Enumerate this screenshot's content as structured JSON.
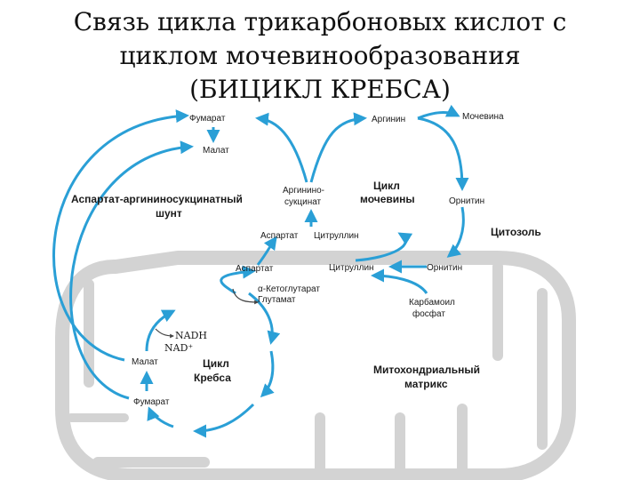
{
  "title": {
    "line1": "Связь цикла трикарбоновых кислот с",
    "line2": "циклом мочевинообразования",
    "line3": "(БИЦИКЛ КРЕБСА)"
  },
  "labels": {
    "fumarate_top": "Фумарат",
    "malate_top": "Малат",
    "shunt_line1": "Аспартат-аргининосукцинатный",
    "shunt_line2": "шунт",
    "arginino_line1": "Аргинино-",
    "arginino_line2": "сукцинат",
    "aspartate_cytosol": "Аспартат",
    "citrulline_cytosol": "Цитруллин",
    "arginine": "Аргинин",
    "urea": "Мочевина",
    "urea_cycle_line1": "Цикл",
    "urea_cycle_line2": "мочевины",
    "ornithine_cytosol": "Орнитин",
    "cytosol": "Цитозоль",
    "aspartate_mito": "Аспартат",
    "ketoglutarate": "α-Кетоглутарат",
    "glutamate": "Глутамат",
    "citrulline_mito": "Цитруллин",
    "ornithine_mito": "Орнитин",
    "carbamoyl_line1": "Карбамоил",
    "carbamoyl_line2": "фосфат",
    "nadh": "NADH",
    "nad": "NAD⁺",
    "malate_mito": "Малат",
    "fumarate_mito": "Фумарат",
    "krebs_line1": "Цикл",
    "krebs_line2": "Кребса",
    "matrix_line1": "Митохондриальный",
    "matrix_line2": "матрикс"
  },
  "colors": {
    "arrow": "#2a9fd6",
    "mito_fill": "#d3d3d3",
    "text": "#1a1a1a"
  }
}
